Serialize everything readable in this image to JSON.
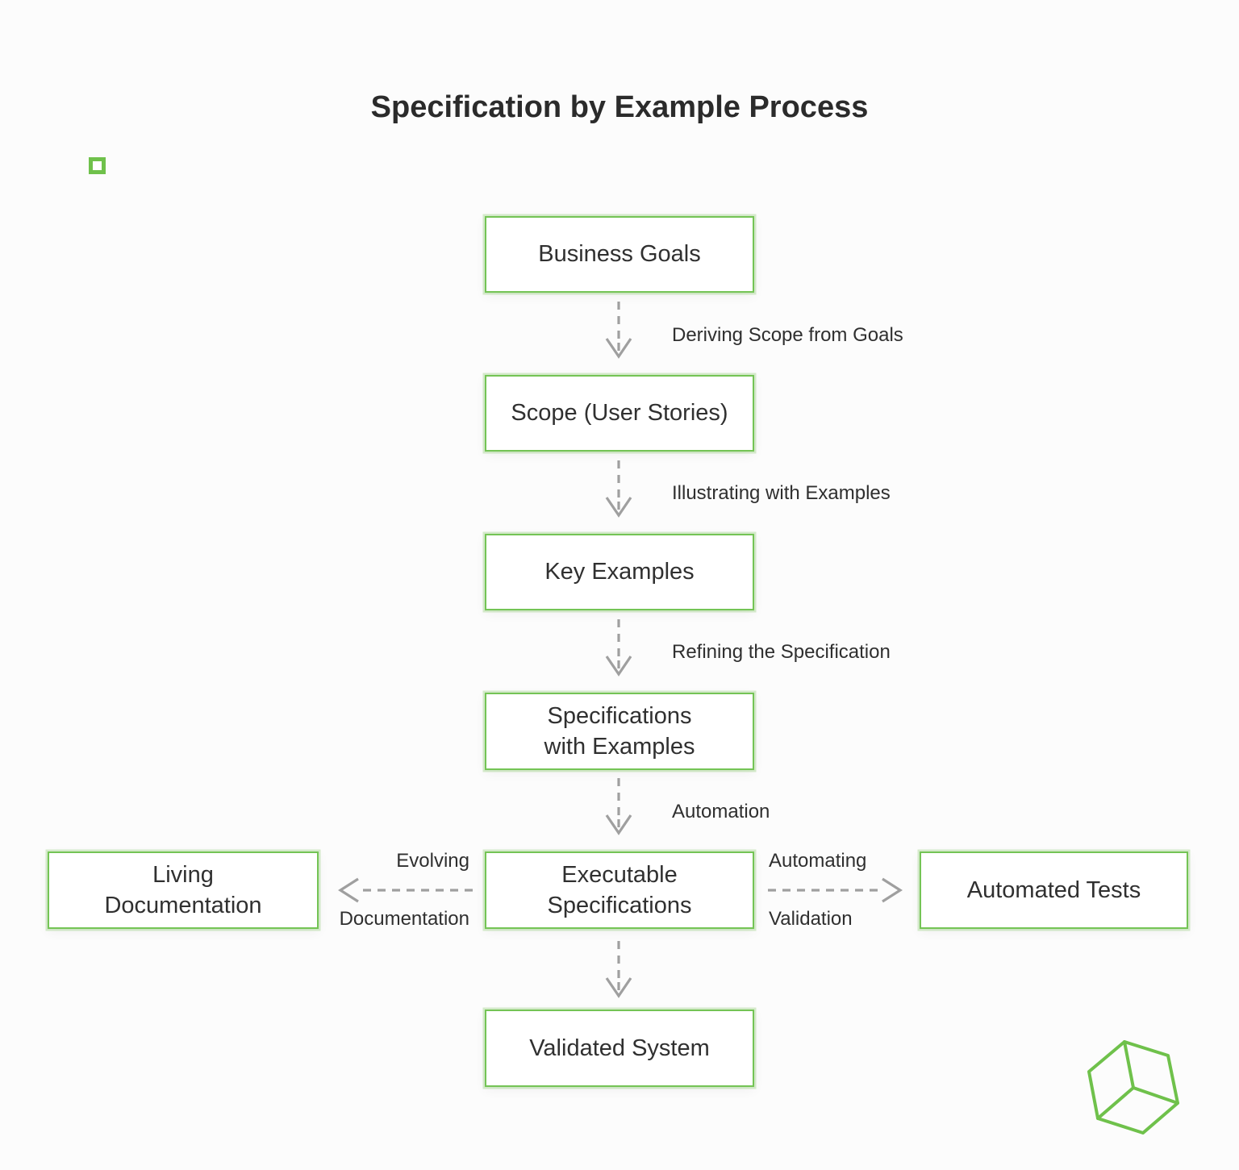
{
  "title": "Specification by Example Process",
  "icons": {
    "top_left_marker": "green-square-icon",
    "bottom_right_logo": "cube-logo-icon",
    "edge_style": "dashed-arrow-icon"
  },
  "colors": {
    "accent_green": "#6fc14b",
    "arrow_gray": "#9f9f9f",
    "text": "#2f2f2f",
    "background": "#fcfcfc"
  },
  "nodes": {
    "business_goals": {
      "lines": [
        "Business Goals"
      ]
    },
    "scope": {
      "lines": [
        "Scope (User Stories)"
      ]
    },
    "key_examples": {
      "lines": [
        "Key Examples"
      ]
    },
    "specs_examples": {
      "lines": [
        "Specifications",
        "with Examples"
      ]
    },
    "executable": {
      "lines": [
        "Executable",
        "Specifications"
      ]
    },
    "living_doc": {
      "lines": [
        "Living",
        "Documentation"
      ]
    },
    "automated_tests": {
      "lines": [
        "Automated Tests"
      ]
    },
    "validated_system": {
      "lines": [
        "Validated System"
      ]
    }
  },
  "edges": {
    "derive": {
      "label": "Deriving Scope from Goals"
    },
    "illustrate": {
      "label": "Illustrating with Examples"
    },
    "refine": {
      "label": "Refining the Specification"
    },
    "automation": {
      "label": "Automation"
    },
    "evolving": {
      "label_top": "Evolving",
      "label_bottom": "Documentation"
    },
    "automating": {
      "label_top": "Automating",
      "label_bottom": "Validation"
    }
  }
}
